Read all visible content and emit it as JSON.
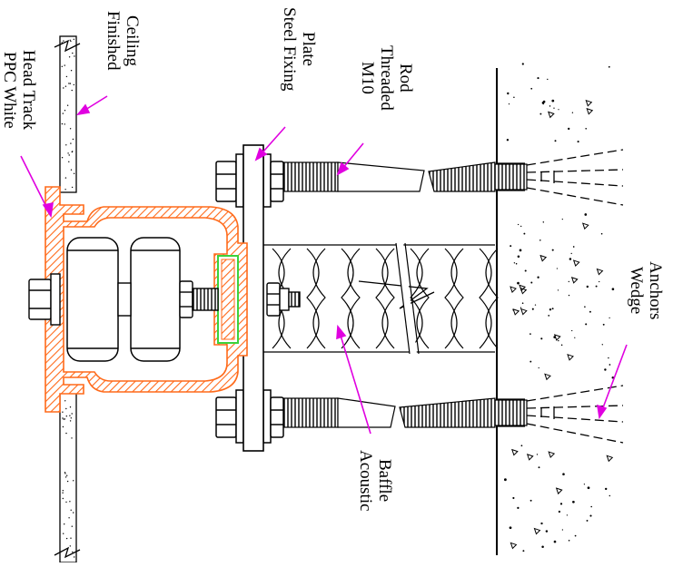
{
  "labels": {
    "ppc_head_track": [
      "PPC White",
      "Head Track"
    ],
    "finished_ceiling": [
      "Finished",
      "Ceiling"
    ],
    "steel_fixing_plate": [
      "Steel Fixing",
      "Plate"
    ],
    "threaded_rod": [
      "M10",
      "Threaded",
      "Rod"
    ],
    "wedge_anchors": [
      "Wedge",
      "Anchors"
    ],
    "acoustic_baffle": [
      "Acoustic",
      "Baffle"
    ]
  },
  "colors": {
    "head_track": "#ff6a1a",
    "leader": "#e000e0",
    "gasket": "#3cd23c",
    "line": "#000000"
  }
}
